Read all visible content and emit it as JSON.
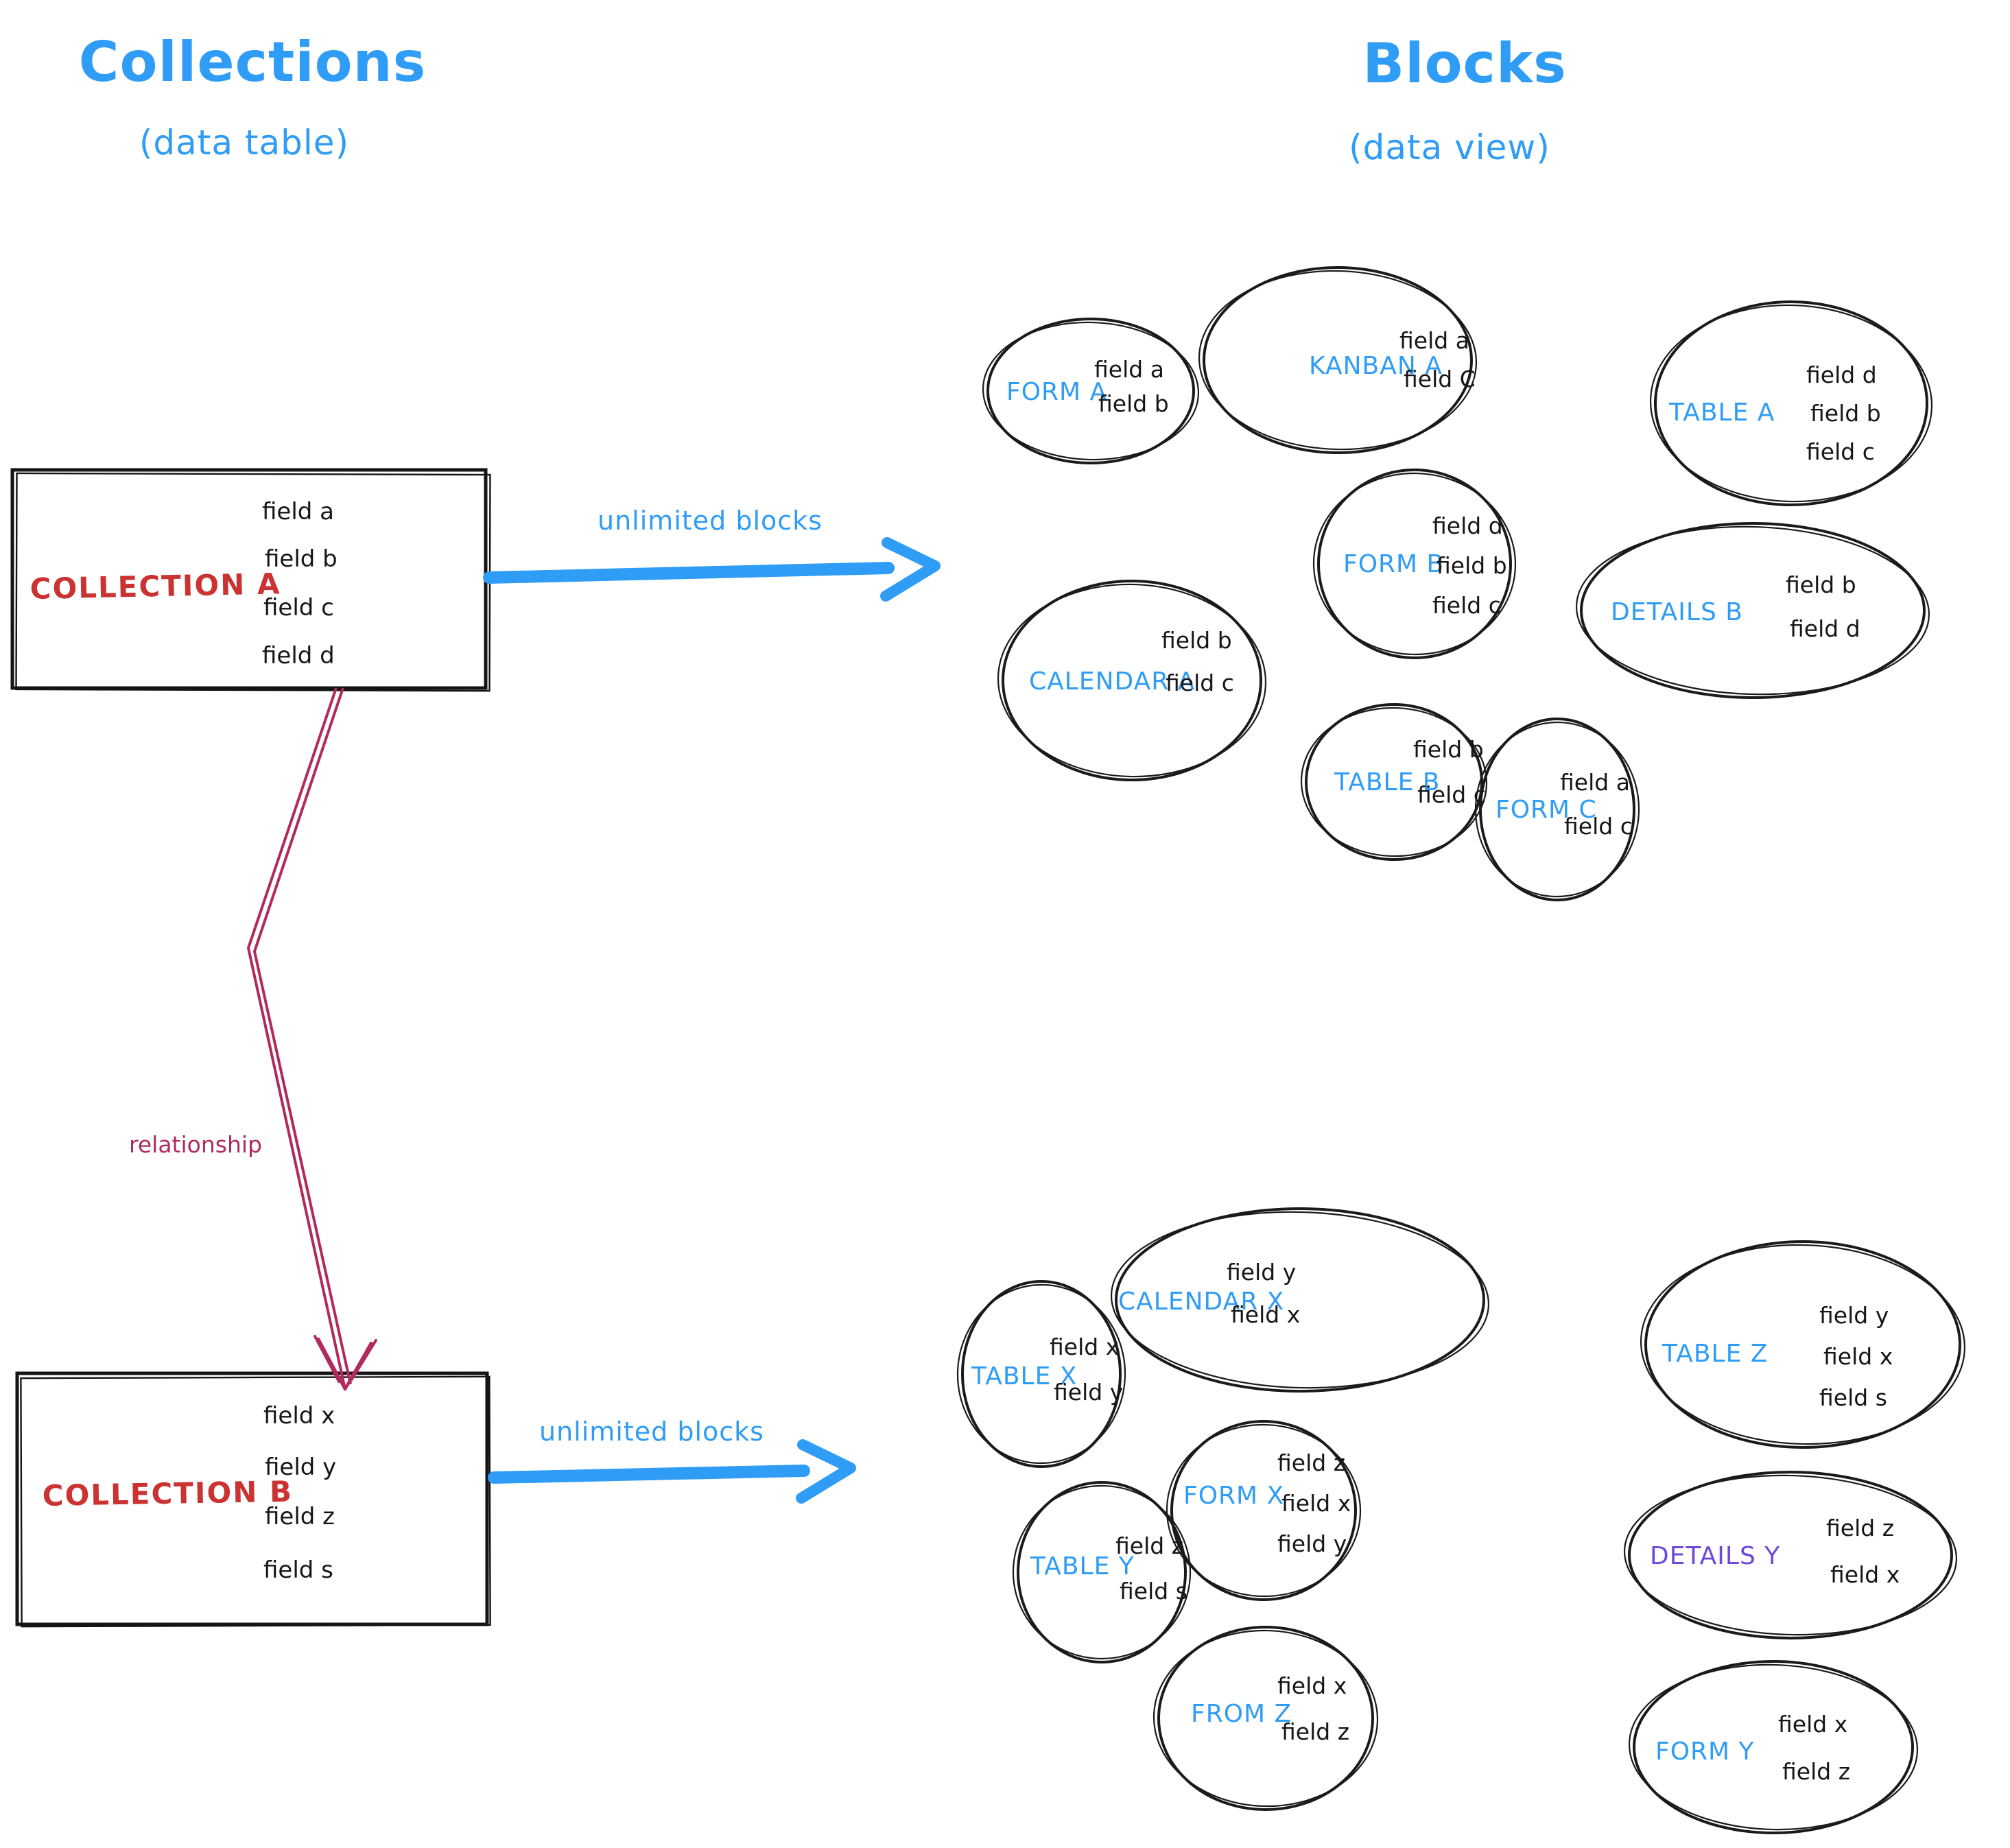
{
  "colors": {
    "blue": "#2f9cf6",
    "red": "#cb3232",
    "maroon": "#b12a5b",
    "purple": "#6e49d9",
    "ink": "#161616"
  },
  "left_column": {
    "title": "Collections",
    "subtitle": "(data table)",
    "collections": [
      {
        "name": "COLLECTION A",
        "fields": [
          "field a",
          "field b",
          "field c",
          "field d"
        ]
      },
      {
        "name": "COLLECTION B",
        "fields": [
          "field x",
          "field y",
          "field z",
          "field s"
        ]
      }
    ]
  },
  "right_column": {
    "title": "Blocks",
    "subtitle": "(data view)"
  },
  "annotations": {
    "arrow_a_label": "unlimited blocks",
    "arrow_b_label": "unlimited blocks",
    "relationship_label": "relationship"
  },
  "blocks_for_collection_a": [
    {
      "name": "FORM A",
      "label_color": "blue",
      "fields": [
        "field a",
        "field b"
      ]
    },
    {
      "name": "KANBAN A",
      "label_color": "blue",
      "fields": [
        "field a",
        "field C"
      ]
    },
    {
      "name": "TABLE A",
      "label_color": "blue",
      "fields": [
        "field d",
        "field b",
        "field c"
      ]
    },
    {
      "name": "FORM B",
      "label_color": "blue",
      "fields": [
        "field d",
        "field b",
        "field c"
      ]
    },
    {
      "name": "CALENDAR A",
      "label_color": "blue",
      "fields": [
        "field b",
        "field c"
      ]
    },
    {
      "name": "DETAILS B",
      "label_color": "blue",
      "fields": [
        "field b",
        "field d"
      ]
    },
    {
      "name": "TABLE B",
      "label_color": "blue",
      "fields": [
        "field b",
        "field c"
      ]
    },
    {
      "name": "FORM C",
      "label_color": "blue",
      "fields": [
        "field a",
        "field c"
      ]
    }
  ],
  "blocks_for_collection_b": [
    {
      "name": "TABLE X",
      "label_color": "blue",
      "fields": [
        "field x",
        "field y"
      ]
    },
    {
      "name": "CALENDAR X",
      "label_color": "blue",
      "fields": [
        "field y",
        "field x"
      ]
    },
    {
      "name": "TABLE Z",
      "label_color": "blue",
      "fields": [
        "field y",
        "field x",
        "field s"
      ]
    },
    {
      "name": "FORM X",
      "label_color": "blue",
      "fields": [
        "field z",
        "field x",
        "field y"
      ]
    },
    {
      "name": "TABLE Y",
      "label_color": "blue",
      "fields": [
        "field z",
        "field s"
      ]
    },
    {
      "name": "DETAILS Y",
      "label_color": "purple",
      "fields": [
        "field z",
        "field x"
      ]
    },
    {
      "name": "FROM Z",
      "label_color": "blue",
      "fields": [
        "field x",
        "field z"
      ]
    },
    {
      "name": "FORM Y",
      "label_color": "blue",
      "fields": [
        "field x",
        "field z"
      ]
    }
  ]
}
